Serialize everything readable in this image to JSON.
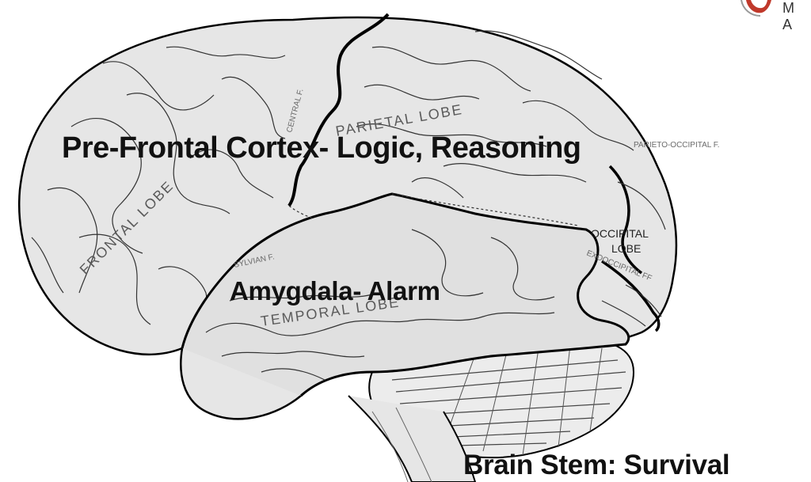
{
  "labels": {
    "prefrontal": "Pre-Frontal Cortex- Logic, Reasoning",
    "amygdala": "Amygdala- Alarm",
    "brain_stem": "Brain Stem: Survival"
  },
  "diagram_text": {
    "parietal": "PARIETAL LOBE",
    "frontal": "FRONTAL LOBE",
    "temporal": "TEMPORAL LOBE",
    "occipital_1": "OCCIPITAL",
    "occipital_2": "LOBE",
    "sylvian": "SYLVIAN F.",
    "central": "CENTRAL F.",
    "exooccipital": "EXOOCCIPITAL FF",
    "parieto_occipital": "PARIETO-OCCIPITAL F."
  },
  "logo": {
    "text": "M A",
    "mark": "logo-mark",
    "mark_color": "#c0392b"
  },
  "colors": {
    "brain_fill": "#e6e6e6",
    "outline": "#000000",
    "background": "#ffffff"
  }
}
